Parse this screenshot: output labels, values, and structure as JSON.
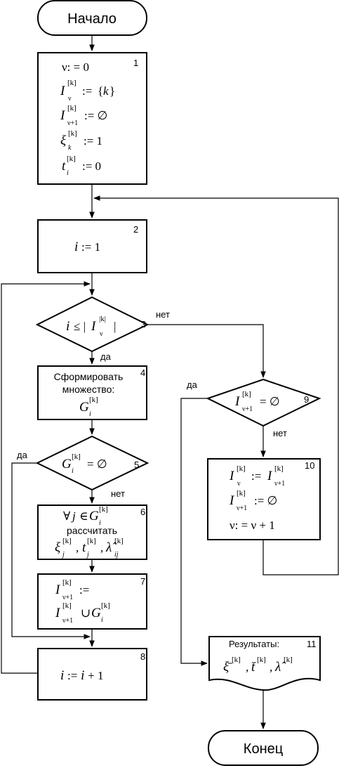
{
  "start_label": "Начало",
  "end_label": "Конец",
  "block1": {
    "num": "1",
    "lines": [
      "ν: = 0",
      "I_ν^[k] := {k}",
      "I_ν+1^[k] := ∅",
      "ξ_k^[k] := 1",
      "t_i^[k] := 0"
    ]
  },
  "block2": {
    "num": "2",
    "text": "i := 1"
  },
  "block3": {
    "num": "3",
    "text": "i ≤ | I_ν^|k| |",
    "no_label": "нет",
    "yes_label": "да"
  },
  "block4": {
    "num": "4",
    "line1": "Сформировать",
    "line2": "множество:",
    "line3": "G_i^[k]"
  },
  "block5": {
    "num": "5",
    "text": "G_i^[k] = ∅",
    "yes_label": "да",
    "no_label": "нет"
  },
  "block6": {
    "num": "6",
    "line1": "∀j ∈ G_i^[k]",
    "line2": "рассчитать",
    "line3": "ξ_j^[k], t_j^[k], λ̂_ij^[k]"
  },
  "block7": {
    "num": "7",
    "line1": "I_ν+1^[k] :=",
    "line2": "I_ν+1^[k] ∪ G_i^[k]"
  },
  "block8": {
    "num": "8",
    "text": "i := i + 1"
  },
  "block9": {
    "num": "9",
    "text": "I_ν+1^[k] = ∅",
    "yes_label": "да",
    "no_label": "нет"
  },
  "block10": {
    "num": "10",
    "line1": "I_ν^[k] := I_ν+1^[k]",
    "line2": "I_ν+1^[k] := ∅",
    "line3": "ν: = ν + 1"
  },
  "block11": {
    "num": "11",
    "title": "Результаты:",
    "text": "ξ̄^[k], t̄^[k], λ̂^[k]"
  }
}
